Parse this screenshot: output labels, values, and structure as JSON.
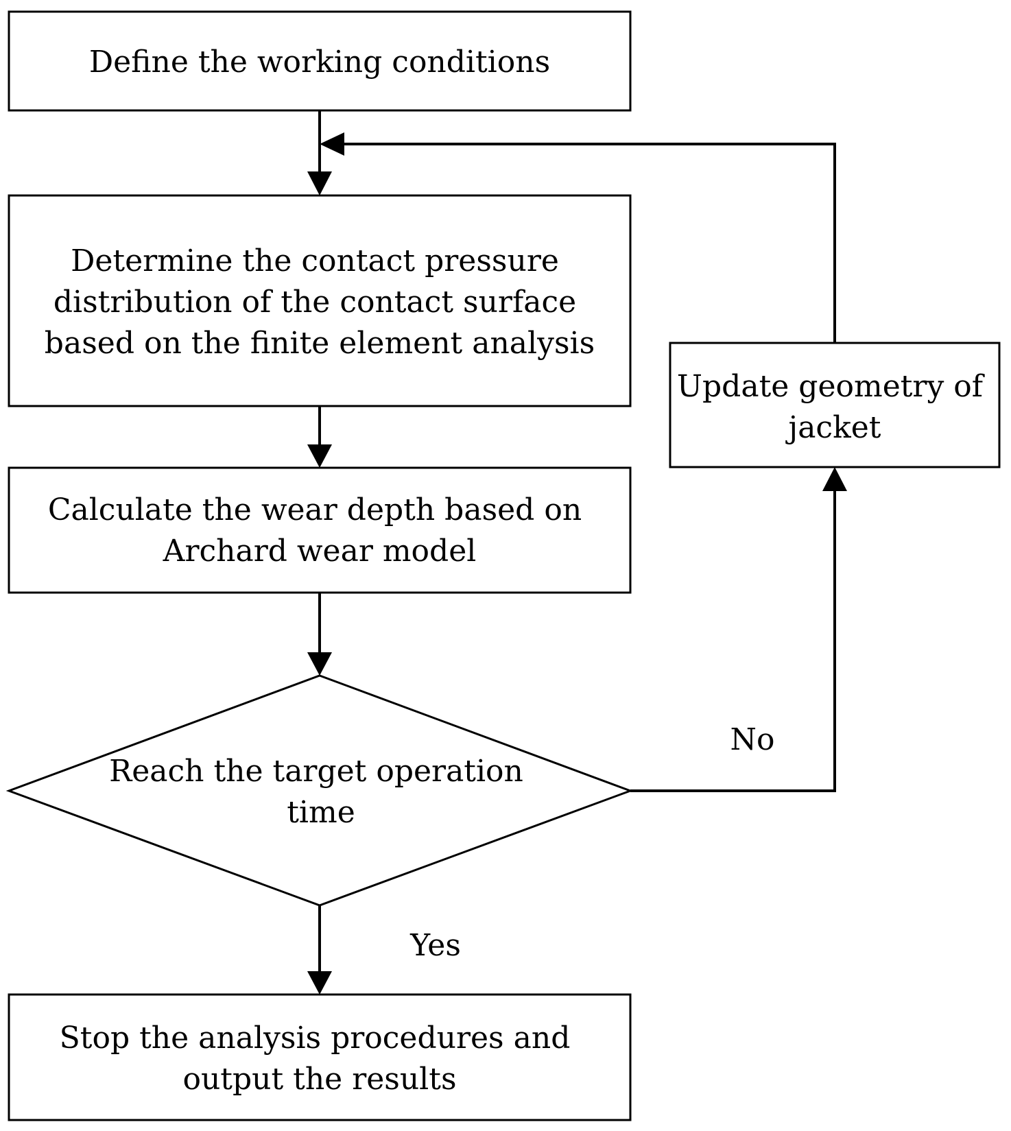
{
  "nodes": {
    "define": {
      "lines": [
        "Define the working conditions"
      ]
    },
    "determine": {
      "lines": [
        "Determine the contact pressure",
        "distribution of the contact surface",
        "based on the  finite element analysis"
      ]
    },
    "calculate": {
      "lines": [
        "Calculate the wear depth based on",
        "Archard wear model"
      ]
    },
    "decision": {
      "lines": [
        "Reach the target operation",
        "time"
      ]
    },
    "stop": {
      "lines": [
        "Stop the analysis procedures and",
        "output the results"
      ]
    },
    "update": {
      "lines": [
        "Update geometry of",
        "jacket"
      ]
    }
  },
  "edges": {
    "no_label": "No",
    "yes_label": "Yes"
  }
}
